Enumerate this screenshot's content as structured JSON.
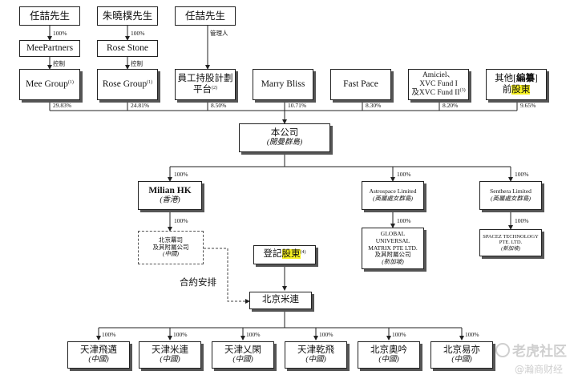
{
  "top_owners": {
    "ren_zhe_1": "任喆先生",
    "zhu_xiaopu": "朱曉樸先生",
    "ren_zhe_2": "任喆先生"
  },
  "holding_cos": {
    "meepartners": "MeePartners",
    "rose_stone": "Rose Stone"
  },
  "edge_labels": {
    "own_100": "100%",
    "control": "控制",
    "manager": "管理人",
    "contract": "合約安排"
  },
  "shareholders": [
    {
      "name": "Mee Group",
      "note": "(1)",
      "pct": "29.83%"
    },
    {
      "name": "Rose Group",
      "note": "(1)",
      "pct": "24.81%"
    },
    {
      "name_line1": "員工持股計劃",
      "name_line2": "平台",
      "note": "(2)",
      "pct": "8.50%"
    },
    {
      "name": "Marry Bliss",
      "pct": "10.71%"
    },
    {
      "name": "Fast Pace",
      "pct": "8.30%"
    },
    {
      "name_line1": "Amiciel、",
      "name_line2": "XVC Fund I",
      "name_line3": "及XVC Fund II",
      "note": "(3)",
      "pct": "8.20%"
    },
    {
      "name_pre": "其他[",
      "name_redact": "編纂",
      "name_post": "]",
      "name_line2_pre": "前",
      "name_line2_hl": "股東",
      "pct": "9.65%"
    }
  ],
  "company": {
    "name": "本公司",
    "jurisdiction": "(開曼群島)"
  },
  "subsidiaries": [
    {
      "name": "Milian HK",
      "jurisdiction": "(香港)",
      "pct": "100%"
    },
    {
      "name": "Astrospace Limited",
      "jurisdiction": "(英屬處女群島)",
      "pct": "100%"
    },
    {
      "name": "Senthera Limited",
      "jurisdiction": "(英屬處女群島)",
      "pct": "100%"
    }
  ],
  "level3": {
    "wfoe": {
      "line1": "北京羃司",
      "line2": "及其附屬公司",
      "jurisdiction": "(中國)",
      "pct": "100%"
    },
    "global": {
      "line1": "GLOBAL",
      "line2": "UNIVERSAL",
      "line3": "MATRIX PTE LTD.",
      "line4": "及其附屬公司",
      "jurisdiction": "(新加坡)",
      "pct": "100%"
    },
    "spacez": {
      "line1": "SPACEZ TECHNOLOGY",
      "line2": "PTE. LTD.",
      "jurisdiction": "(新加坡)",
      "pct": "100%"
    }
  },
  "registered": {
    "pre": "登記",
    "hl": "股東",
    "note": "(4)"
  },
  "opco": {
    "name": "北京米連"
  },
  "opco_subs": [
    {
      "name": "天津飛邁",
      "jurisdiction": "(中國)",
      "pct": "100%"
    },
    {
      "name": "天津米連",
      "jurisdiction": "(中國)",
      "pct": "100%"
    },
    {
      "name": "天津乂閑",
      "jurisdiction": "(中國)",
      "pct": "100%"
    },
    {
      "name": "天津乾飛",
      "jurisdiction": "(中國)",
      "pct": "100%"
    },
    {
      "name": "北京奧吟",
      "jurisdiction": "(中國)",
      "pct": "100%"
    },
    {
      "name": "北京易亦",
      "jurisdiction": "(中國)",
      "pct": "100%"
    }
  ],
  "watermark": {
    "line1": "老虎社区",
    "line2": "@瀚商财经"
  }
}
